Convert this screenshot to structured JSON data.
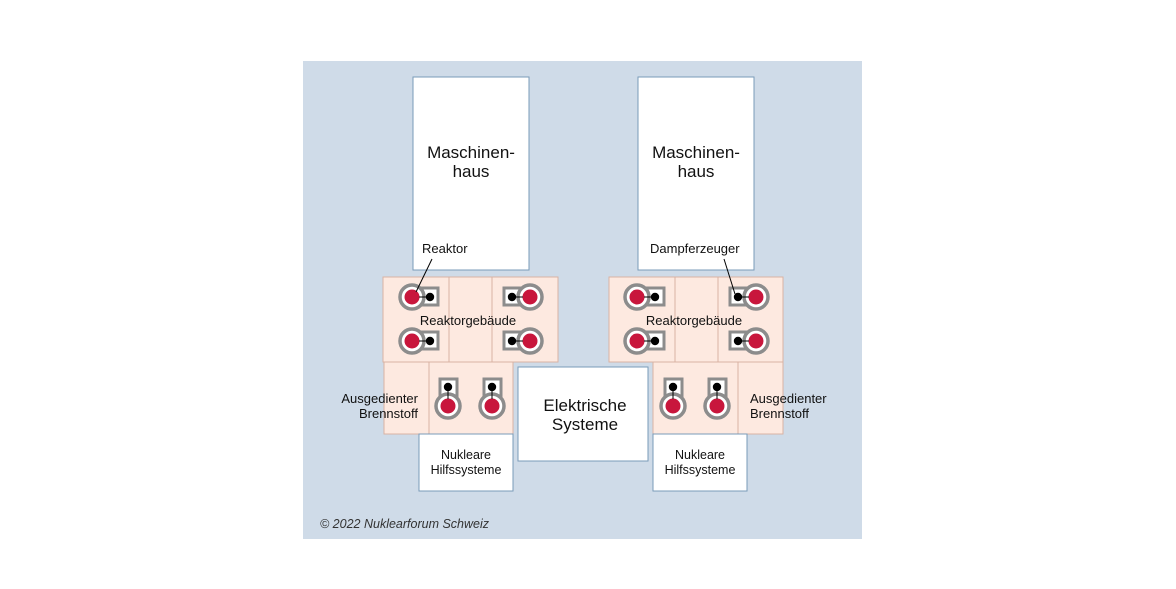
{
  "turbine_hall_label": [
    "Maschinen-",
    "haus"
  ],
  "reactor_label": "Reaktor",
  "steam_generator_label": "Dampferzeuger",
  "reactor_building_label": "Reaktorgebäude",
  "spent_fuel_label": [
    "Ausgedienter",
    "Brennstoff"
  ],
  "electrical_systems_label": [
    "Elektrische",
    "Systeme"
  ],
  "nuclear_aux_label": [
    "Nukleare",
    "Hilfssysteme"
  ],
  "credit": "© 2022 Nuklearforum Schweiz",
  "colors": {
    "background": "#cfdbe8",
    "building_fill": "#fde9e0",
    "building_stroke": "#d9b3a3",
    "reactor_red": "#c8163c",
    "frame_gray": "#8c8c8c"
  }
}
